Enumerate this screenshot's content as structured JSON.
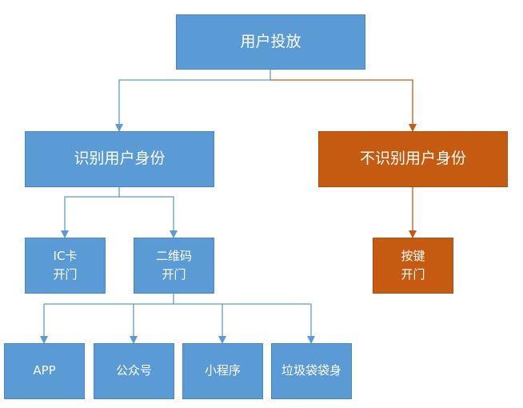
{
  "colors": {
    "blue_node": "#5b9bd5",
    "orange_node": "#c55a11",
    "blue_line": "#5b9bd5",
    "orange_line": "#c55a11"
  },
  "nodes": {
    "root": "用户投放",
    "identify": "识别用户身份",
    "no_identify": "不识别用户身份",
    "ic_card": "IC卡\n开门",
    "qrcode": "二维码\n开门",
    "button": "按键\n开门",
    "app": "APP",
    "official_account": "公众号",
    "mini_program": "小程序",
    "garbage_bag": "垃圾袋袋身"
  }
}
